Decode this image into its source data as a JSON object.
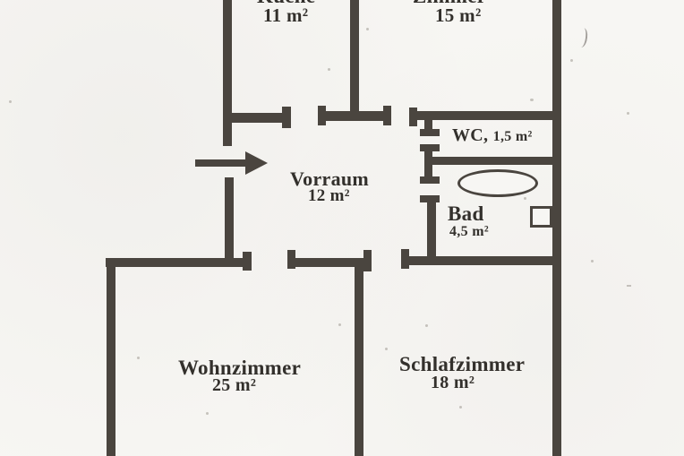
{
  "document": {
    "type": "floor-plan",
    "language": "de"
  },
  "colors": {
    "wall": "#4a453f",
    "text": "#33302c",
    "paper": "#f7f6f3"
  },
  "rooms": [
    {
      "name": "Küche",
      "area": "11 m²"
    },
    {
      "name": "Zimmer",
      "area": "15 m²"
    },
    {
      "name": "WC,",
      "area": "1,5 m²"
    },
    {
      "name": "Vorraum",
      "area": "12 m²"
    },
    {
      "name": "Bad",
      "area": "4,5 m²"
    },
    {
      "name": "Wohnzimmer",
      "area": "25 m²"
    },
    {
      "name": "Schlafzimmer",
      "area": "18 m²"
    }
  ],
  "fixtures": [
    {
      "name": "bathtub",
      "shape": "ellipse"
    },
    {
      "name": "washbasin",
      "shape": "square"
    }
  ],
  "entrance": {
    "symbol": "arrow-right"
  }
}
